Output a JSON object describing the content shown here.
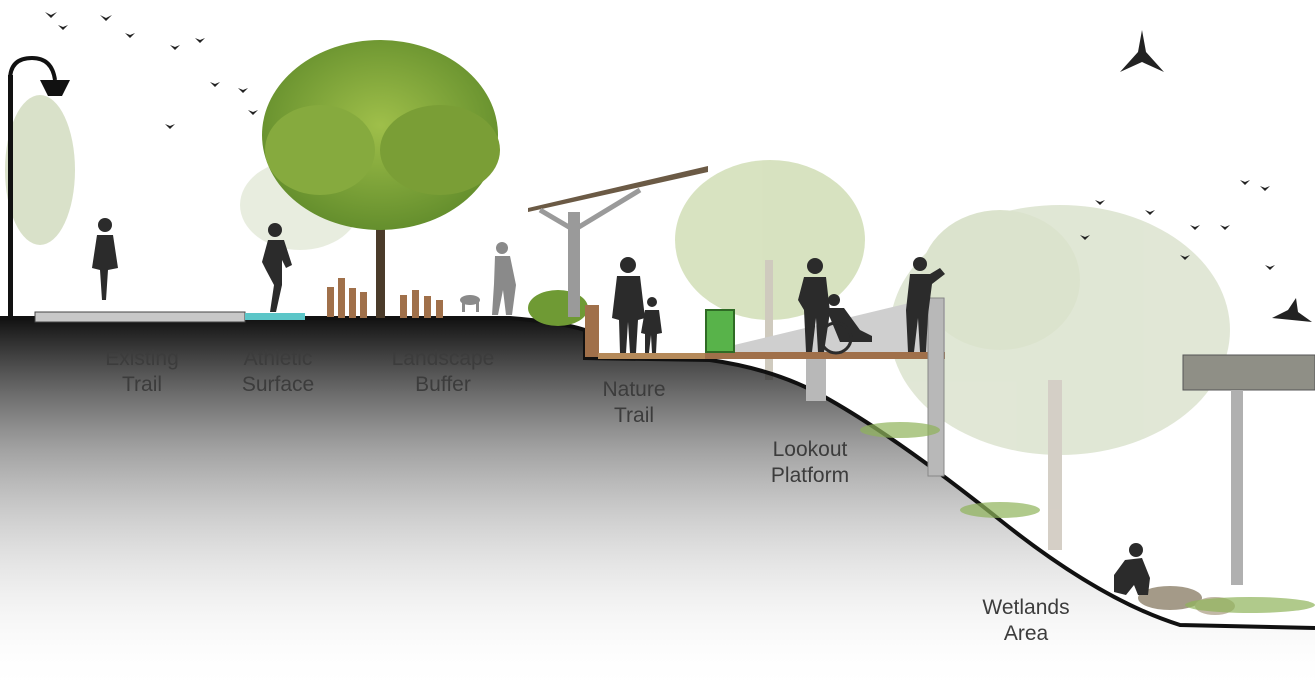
{
  "labels": {
    "existing_trail": {
      "line1": "Existing",
      "line2": "Trail"
    },
    "athletic_surface": {
      "line1": "Athletic",
      "line2": "Surface"
    },
    "landscape_buffer": {
      "line1": "Landscape",
      "line2": "Buffer"
    },
    "nature_trail": {
      "line1": "Nature",
      "line2": "Trail"
    },
    "lookout_platform": {
      "line1": "Lookout",
      "line2": "Platform"
    },
    "wetlands_area": {
      "line1": "Wetlands",
      "line2": "Area"
    }
  },
  "colors": {
    "ground": "#111111",
    "foliage": "#7fa53a",
    "foliage_faded": "#cbd8b0",
    "silhouette": "#2b2b2b",
    "label_text": "#3c3c3c",
    "concrete": "#c8c8c8",
    "timber": "#a0704a",
    "athletic_surface": "#5cc6c8"
  }
}
